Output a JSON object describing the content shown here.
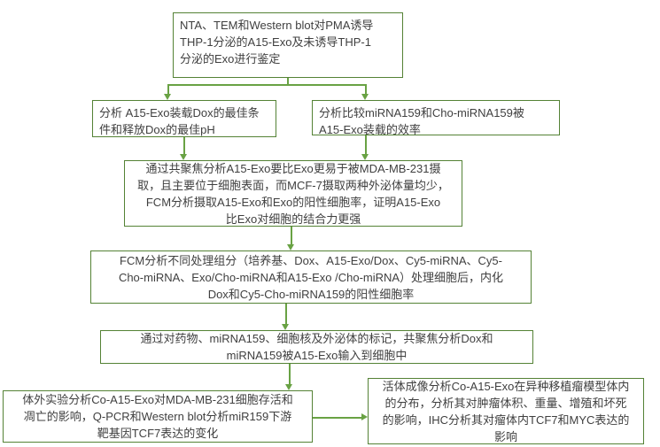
{
  "flowchart": {
    "colors": {
      "box_border": "#548235",
      "connector": "#69a244",
      "text": "#3f3f3f",
      "background": "#ffffff"
    },
    "boxes": [
      {
        "id": "identification",
        "text": "NTA、TEM和Western blot对PMA诱导\nTHP-1分泌的A15-Exo及未诱导THP-1\n分泌的Exo进行鉴定"
      },
      {
        "id": "dox-loading",
        "text": "分析 A15-Exo装载Dox的最佳条\n件和释放Dox的最佳pH"
      },
      {
        "id": "mirna-loading-efficiency",
        "text": "分析比较miRNA159和Cho-miRNA159被\nA15-Exo装载的效率"
      },
      {
        "id": "cell-uptake",
        "text": "通过共聚焦分析A15-Exo要比Exo更易于被MDA-MB-231摄\n取，且主要位于细胞表面，而MCF-7摄取两种外泌体量均少，\nFCM分析摄取A15-Exo和Exo的阳性细胞率，证明A15-Exo\n比Exo对细胞的结合力更强"
      },
      {
        "id": "fcm-internalization",
        "text": "FCM分析不同处理组分（培养基、Dox、A15-Exo/Dox、Cy5-miRNA、Cy5-\nCho-miRNA、Exo/Cho-miRNA和A15-Exo /Cho-miRNA）处理细胞后，内化\nDox和Cy5-Cho-miRNA159的阳性细胞率"
      },
      {
        "id": "confocal-delivery",
        "text": "通过对药物、miRNA159、细胞核及外泌体的标记，共聚焦分析Dox和\nmiRNA159被A15-Exo输入到细胞中"
      },
      {
        "id": "in-vitro-effect",
        "text": "体外实验分析Co-A15-Exo对MDA-MB-231细胞存活和\n凋亡的影响，Q-PCR和Western blot分析miR159下游\n靶基因TCF7表达的变化"
      },
      {
        "id": "in-vivo-effect",
        "text": "活体成像分析Co-A15-Exo在异种移植瘤模型体内\n的分布，分析其对肿瘤体积、重量、增殖和坏死\n的影响，IHC分析其对瘤体内TCF7和MYC表达的\n影响"
      }
    ]
  }
}
